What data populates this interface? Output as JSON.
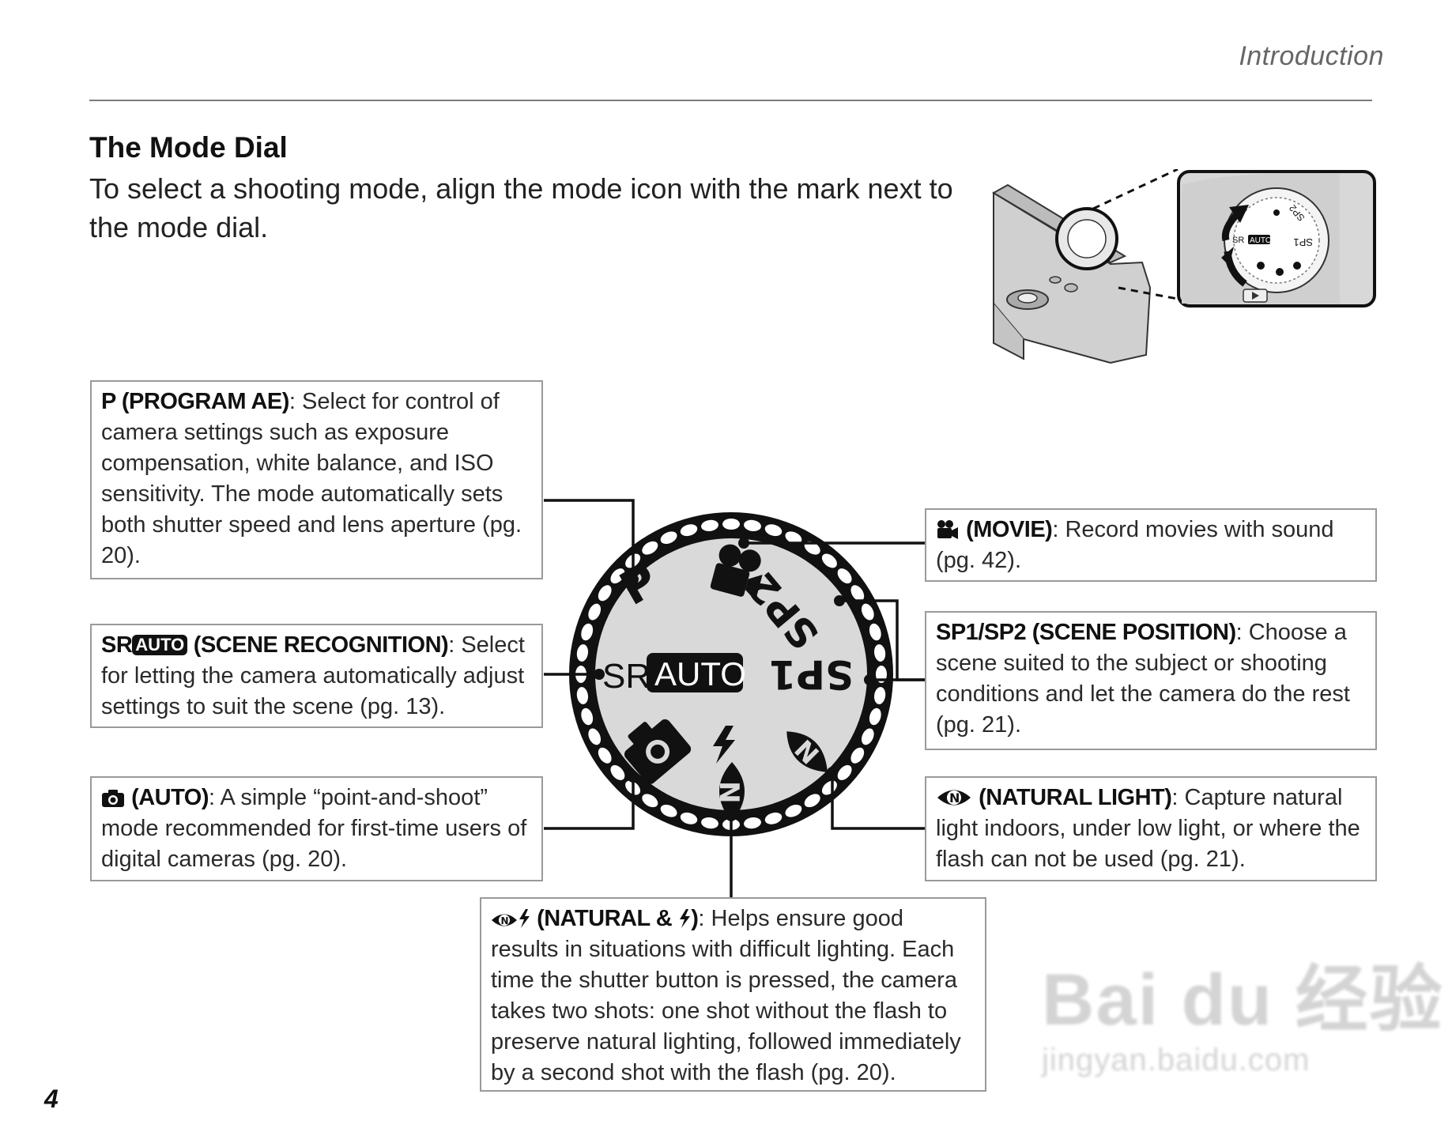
{
  "header": {
    "section": "Introduction"
  },
  "title": "The Mode Dial",
  "intro": "To select a shooting mode, align the mode icon with the mark next to the mode dial.",
  "page_number": "4",
  "dial": {
    "program_label": "P",
    "sr_label": "SR",
    "auto_label": "AUTO",
    "sp1_label": "SP1",
    "sp2_label": "SP2"
  },
  "camera_illustration": {
    "sr_label": "SR",
    "auto_label": "AUTO",
    "sp1_label": "SP1",
    "sp2_label": "SP2"
  },
  "boxes": {
    "program": {
      "term": "P (PROGRAM AE)",
      "text": ": Select for control of camera settings such as exposure compensation, white balance, and ISO sensitivity.  The mode automatically sets both shutter speed and lens aperture (pg. 20)."
    },
    "sr": {
      "term_prefix": "SR",
      "term_pill": "AUTO",
      "term_suffix": " (SCENE RECOGNITION)",
      "text": ": Select for letting the camera automatically adjust settings to suit the scene (pg. 13)."
    },
    "auto": {
      "term": "(AUTO)",
      "text": ": A simple “point-and-shoot” mode recommended for first-time users of digital cameras (pg. 20)."
    },
    "movie": {
      "term": "(MOVIE)",
      "text": ": Record movies with sound (pg. 42)."
    },
    "sp": {
      "term": "SP1/SP2 (SCENE POSITION)",
      "text": ": Choose a scene suited to the subject or shooting conditions and let the camera do the rest (pg. 21)."
    },
    "natural": {
      "term": "(NATURAL LIGHT)",
      "text": ": Capture natural light indoors, under low light, or where the flash can not be used (pg. 21)."
    },
    "natflash": {
      "term_a": "(NATURAL &",
      "term_b": ")",
      "text": ": Helps ensure good results in situations with difficult lighting.  Each time the shutter button is pressed, the camera takes two shots: one shot without the flash to preserve natural lighting, followed immediately by a second shot with the flash (pg. 20)."
    }
  },
  "icons": [
    "camera-icon",
    "movie-camera-icon",
    "natural-light-icon",
    "flash-icon"
  ],
  "watermark": {
    "main": "Bai du 经验",
    "sub": "jingyan.baidu.com"
  }
}
